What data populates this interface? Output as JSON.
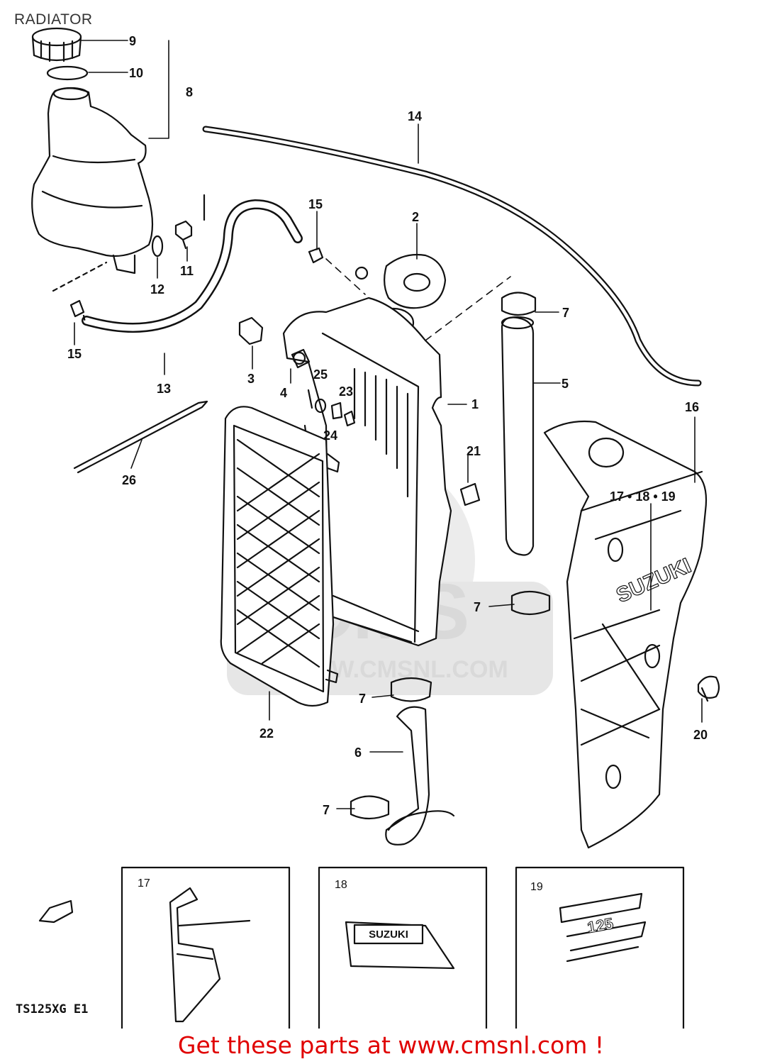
{
  "header": {
    "title": "RADIATOR"
  },
  "callouts": {
    "c9": "9",
    "c10": "10",
    "c8": "8",
    "c14": "14",
    "c15a": "15",
    "c15b": "15",
    "c2": "2",
    "c12": "12",
    "c11": "11",
    "c13": "13",
    "c3": "3",
    "c4": "4",
    "c25": "25",
    "c23": "23",
    "c24": "24",
    "c1": "1",
    "c5": "5",
    "c16": "16",
    "c21": "21",
    "c26": "26",
    "c171819": "17 • 18 • 19",
    "c7a": "7",
    "c7b": "7",
    "c7c": "7",
    "c7d": "7",
    "c6": "6",
    "c22": "22",
    "c20": "20"
  },
  "inset_boxes": [
    {
      "number": "17"
    },
    {
      "number": "18"
    },
    {
      "number": "19"
    }
  ],
  "decal_text": {
    "brand": "SUZUKI",
    "model_number": "125"
  },
  "watermark": {
    "logo": "CMS",
    "url": "WWW.CMSNL.COM"
  },
  "model_code": "TS125XG  E1",
  "footer": {
    "link_text": "Get these parts at www.cmsnl.com !",
    "color": "#e00000"
  }
}
